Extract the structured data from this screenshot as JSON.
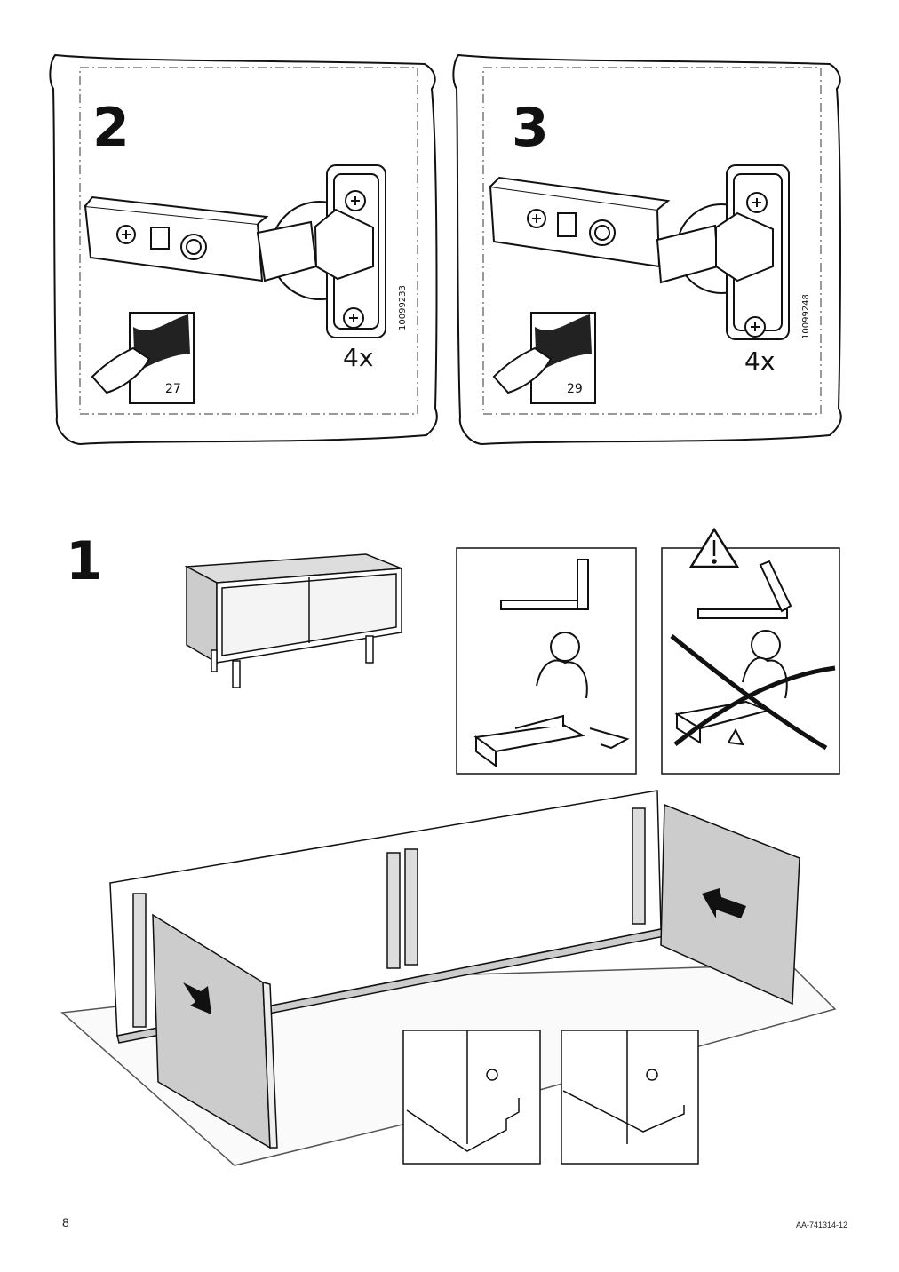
{
  "page_number": "8",
  "doc_code": "AA-741314-12",
  "step2": {
    "number": "2",
    "page_ref": "27",
    "article": "10099233",
    "quantity": "4x"
  },
  "step3": {
    "number": "3",
    "page_ref": "29",
    "article": "10099248",
    "quantity": "4x"
  },
  "step1": {
    "number": "1"
  },
  "icons": [
    "page-turn-hand-icon",
    "warning-triangle-icon",
    "screw-icon",
    "hinge-icon",
    "cross-out-icon",
    "arrow-icon"
  ]
}
